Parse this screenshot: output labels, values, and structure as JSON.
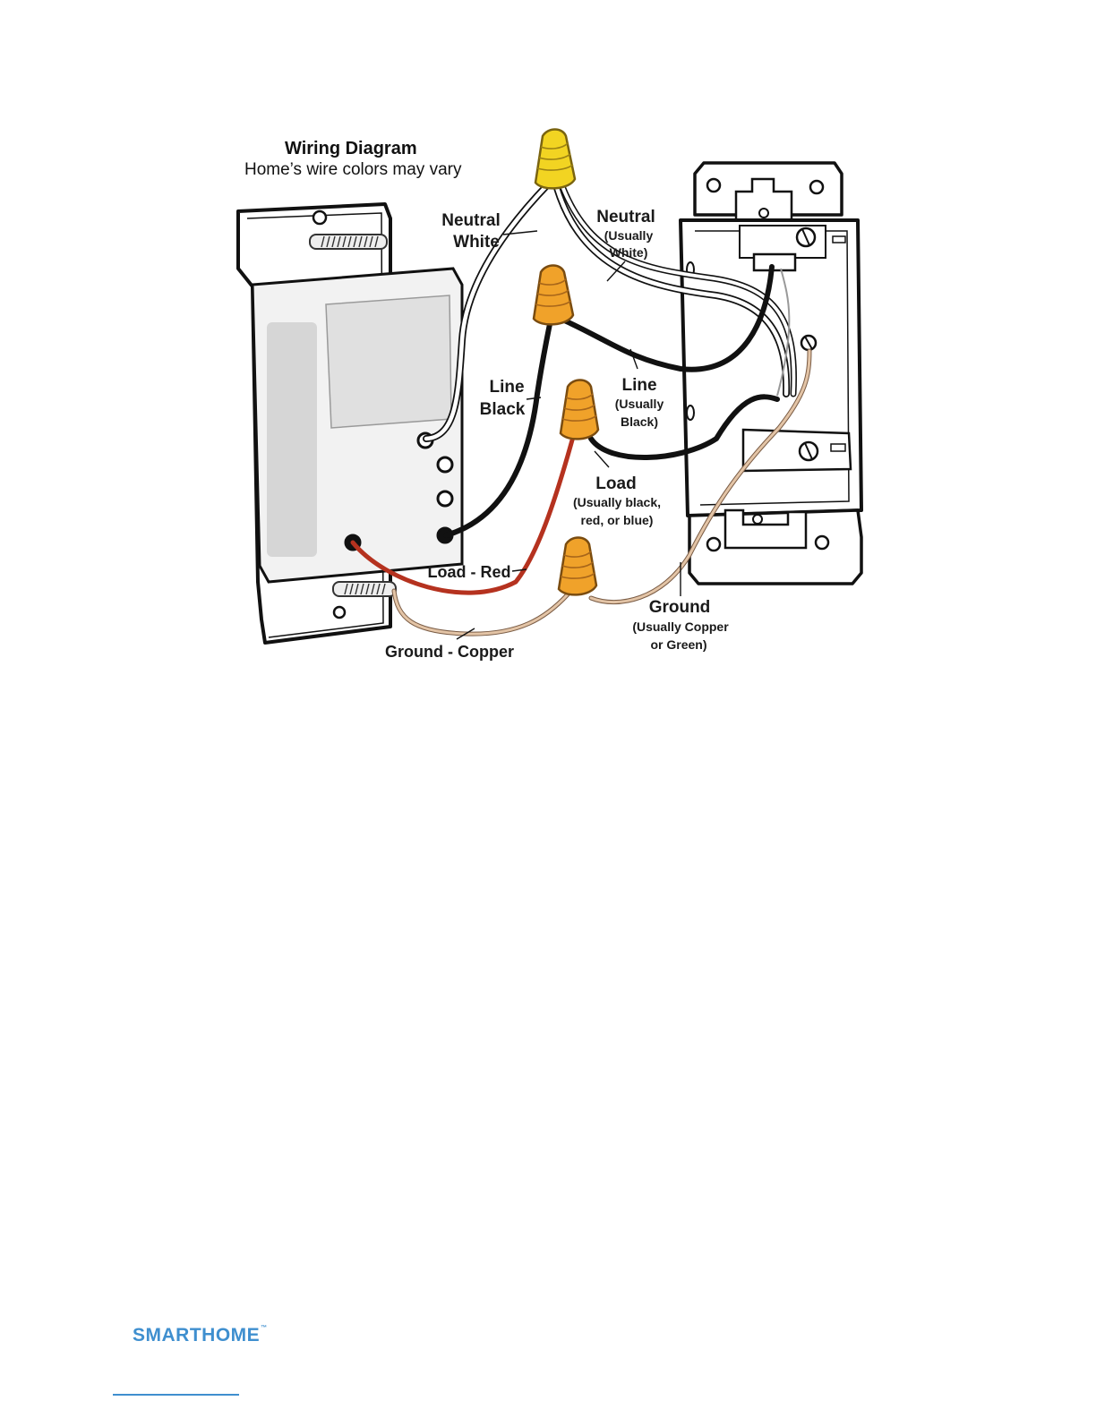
{
  "diagram": {
    "title": "Wiring Diagram",
    "subtitle": "Home’s wire colors may vary",
    "labels": {
      "neutral_white_1": "Neutral",
      "neutral_white_2": "White",
      "neutral_box_1": "Neutral",
      "neutral_box_2": "(Usually",
      "neutral_box_3": "White)",
      "line_black_1": "Line",
      "line_black_2": "Black",
      "line_box_1": "Line",
      "line_box_2": "(Usually",
      "line_box_3": "Black)",
      "load_box_1": "Load",
      "load_box_2": "(Usually black,",
      "load_box_3": "red, or blue)",
      "load_red": "Load - Red",
      "ground_box_1": "Ground",
      "ground_box_2": "(Usually Copper",
      "ground_box_3": "or Green)",
      "ground_copper": "Ground - Copper"
    }
  },
  "colors": {
    "neutral_wire": "#ffffff",
    "line_wire": "#111111",
    "load_wire": "#b5321f",
    "ground_wire": "#d9b89a",
    "neutral_nut": "#f2d422",
    "wire_nut": "#f0a22a",
    "brand": "#3f8fcf"
  },
  "footer": {
    "logo": "SMARTHOME",
    "trademark": "™"
  }
}
